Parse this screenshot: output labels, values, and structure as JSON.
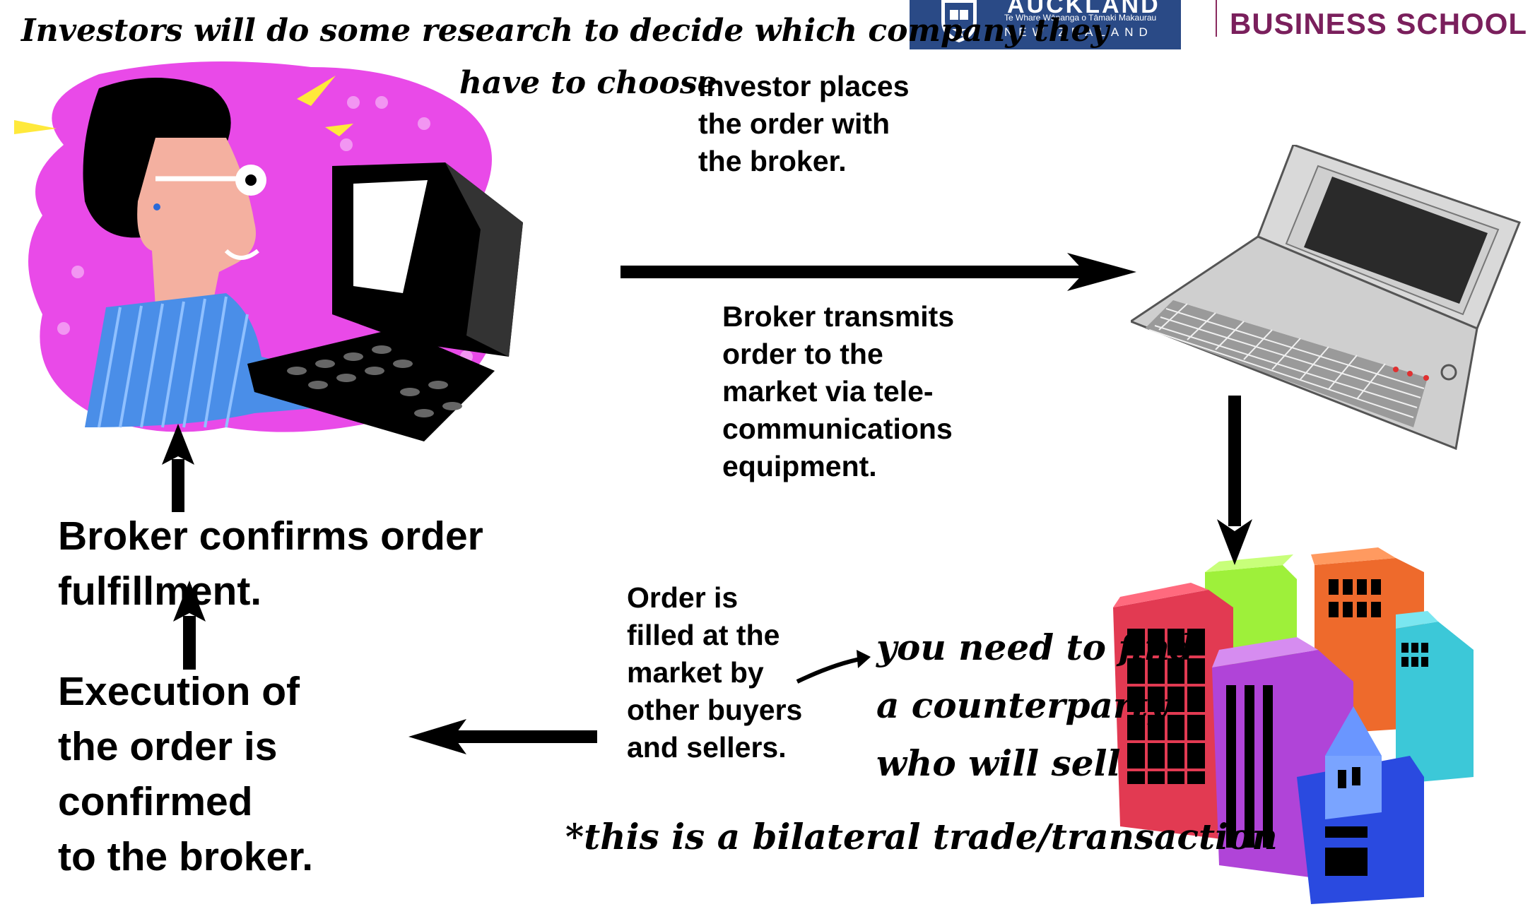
{
  "header": {
    "university_name": "AUCKLAND",
    "university_maori": "Te Whare Wānanga o Tāmaki Makaurau",
    "university_country": "NEW ZEALAND",
    "school": "BUSINESS SCHOOL"
  },
  "handwritten": {
    "research_note_line1": "Investors will do some research to decide which company they",
    "research_note_line2": "have to choose",
    "counterparty_note": "you need to find\na counterparty\nwho will sell",
    "bilateral_note": "*this is a bilateral trade/transaction"
  },
  "steps": {
    "investor_places": "Investor places\nthe order with\nthe broker.",
    "broker_transmits": "Broker transmits\norder to the\nmarket via tele-\ncommunications\nequipment.",
    "order_filled": "Order is\nfilled at the\nmarket by\nother buyers\nand sellers.",
    "execution_confirmed": "Execution of\nthe order is\nconfirmed\nto the broker.",
    "broker_confirms": "Broker confirms order\nfulfillment."
  },
  "colors": {
    "logo_blue": "#2a4a86",
    "school_purple": "#7a1f5c",
    "blob_magenta": "#e94ae8"
  }
}
